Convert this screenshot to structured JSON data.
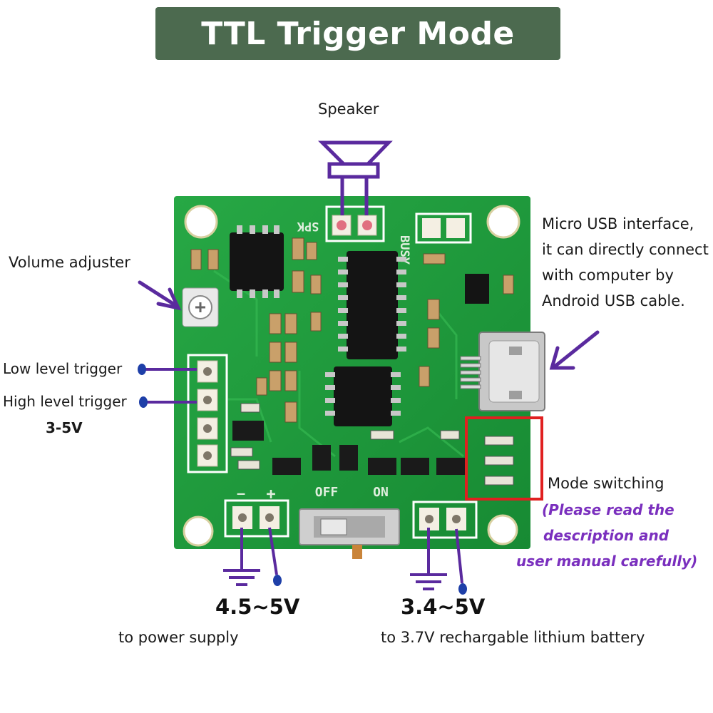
{
  "title": "TTL Trigger Mode",
  "labels": {
    "speaker": "Speaker",
    "volume_adjuster": "Volume adjuster",
    "usb_line1": "Micro USB interface,",
    "usb_line2": "it can directly connect",
    "usb_line3": "with computer by",
    "usb_line4": "Android USB cable.",
    "low_trigger": "Low level trigger",
    "high_trigger": "High level trigger",
    "trigger_voltage": "3-5V",
    "mode_switching": "Mode switching",
    "note_line1": "(Please read the",
    "note_line2": "description and",
    "note_line3": "user manual carefully)",
    "power_voltage": "4.5~5V",
    "power_desc": "to power supply",
    "battery_voltage": "3.4~5V",
    "battery_desc": "to 3.7V rechargable lithium battery"
  },
  "board": {
    "spk_label": "SPK",
    "busy_label": "BUSY",
    "off_label": "OFF",
    "on_label": "ON",
    "minus_label": "—",
    "plus_label": "+"
  },
  "colors": {
    "title_bg": "#4c6a4f",
    "pcb": "#1f9a3c",
    "annotation": "#5a2a9e",
    "highlight": "#e02020",
    "note_text": "#7a2fbe"
  }
}
